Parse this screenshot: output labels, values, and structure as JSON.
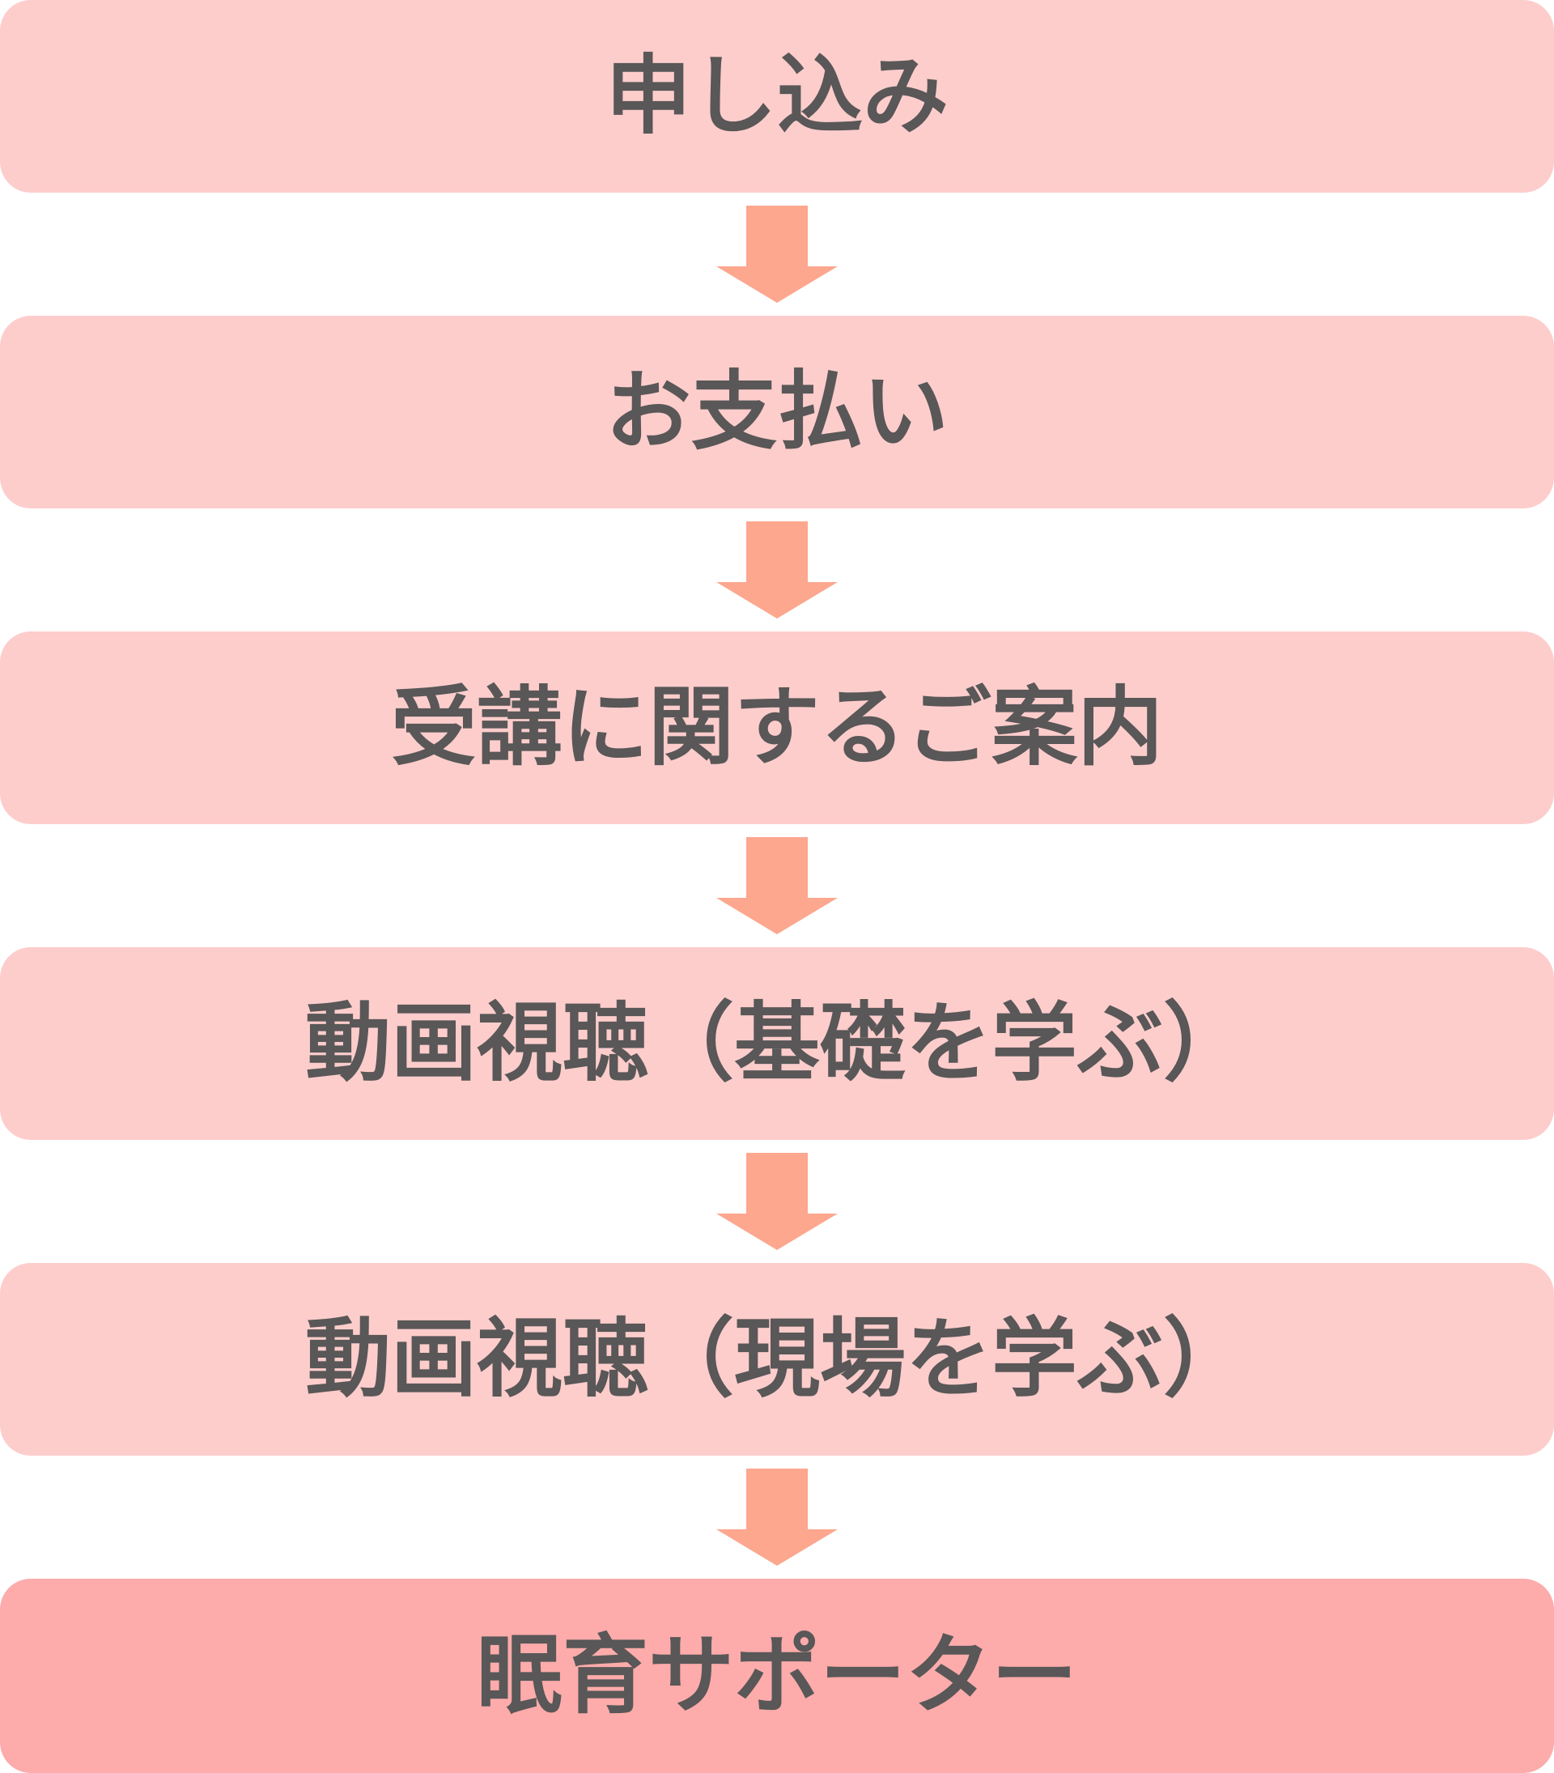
{
  "flow": {
    "steps": [
      {
        "label": "申し込み",
        "final": false
      },
      {
        "label": "お支払い",
        "final": false
      },
      {
        "label": "受講に関するご案内",
        "final": false
      },
      {
        "label": "動画視聴（基礎を学ぶ）",
        "final": false
      },
      {
        "label": "動画視聴（現場を学ぶ）",
        "final": false
      },
      {
        "label": "眠育サポーター",
        "final": true
      }
    ],
    "colors": {
      "step_background": "#fdcdcc",
      "final_step_background": "#fdabab",
      "arrow": "#fca78e",
      "text": "#595757"
    },
    "arrow_icon": "down-arrow"
  }
}
